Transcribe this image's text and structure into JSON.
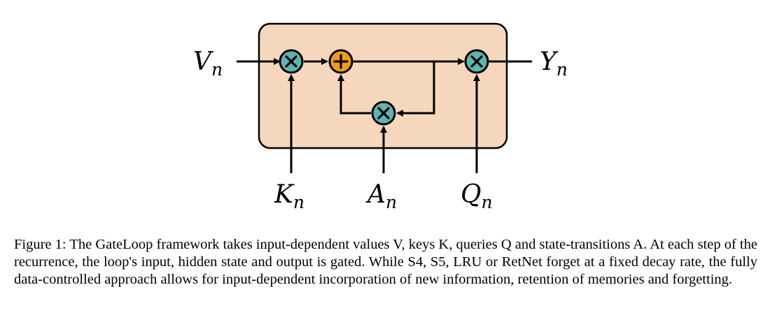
{
  "diagram": {
    "inputs": {
      "v": {
        "base": "V",
        "sub": "n"
      },
      "k": {
        "base": "K",
        "sub": "n"
      },
      "a": {
        "base": "A",
        "sub": "n"
      },
      "q": {
        "base": "Q",
        "sub": "n"
      }
    },
    "output": {
      "base": "Y",
      "sub": "n"
    },
    "operators": {
      "multiply_symbol": "×",
      "add_symbol": "+"
    },
    "colors": {
      "box_fill": "#f5d7bd",
      "box_stroke": "#000000",
      "multiply_fill": "#5fb3b0",
      "add_fill": "#f39a1e"
    }
  },
  "caption": {
    "label": "Figure 1:",
    "text": "The GateLoop framework takes input-dependent values V, keys K, queries Q and state-transitions A. At each step of the recurrence, the loop's input, hidden state and output is gated. While S4, S5, LRU or RetNet forget at a fixed decay rate, the fully data-controlled approach allows for input-dependent incorporation of new information, retention of memories and forgetting."
  }
}
